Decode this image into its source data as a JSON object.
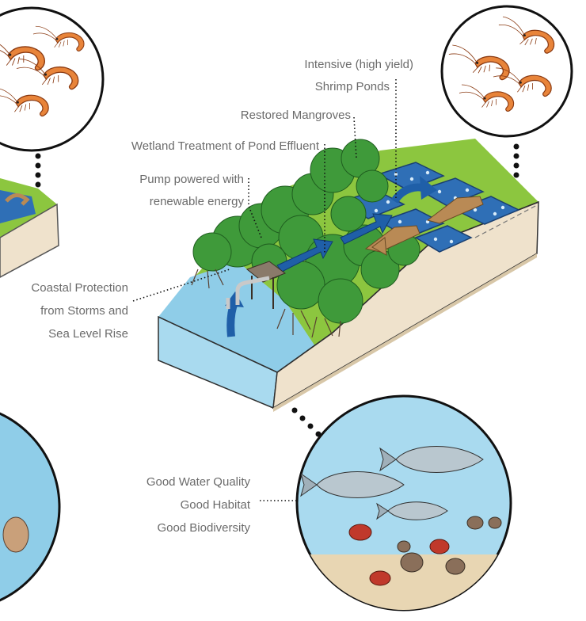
{
  "labels": {
    "shrimp_ponds_line1": "Intensive (high yield)",
    "shrimp_ponds_line2": "Shrimp Ponds",
    "restored_mangroves": "Restored Mangroves",
    "wetland_treatment": "Wetland Treatment of Pond Effluent",
    "pump_line1": "Pump powered with",
    "pump_line2": "renewable energy",
    "coastal_line1": "Coastal Protection",
    "coastal_line2": "from Storms and",
    "coastal_line3": "Sea Level Rise",
    "water_quality": "Good Water Quality",
    "habitat": "Good Habitat",
    "biodiversity": "Good Biodiversity"
  },
  "colors": {
    "water": "#8fcde8",
    "water_edge": "#4fa6d4",
    "soil": "#efe2cc",
    "grass": "#8cc63f",
    "mangrove": "#3f9a3a",
    "pond": "#2f6fb6",
    "flow_arrow": "#1f5fa8",
    "effluent_arrow": "#b98a55",
    "shrimp": "#e88a3a",
    "label_text": "#6b6b6b"
  }
}
